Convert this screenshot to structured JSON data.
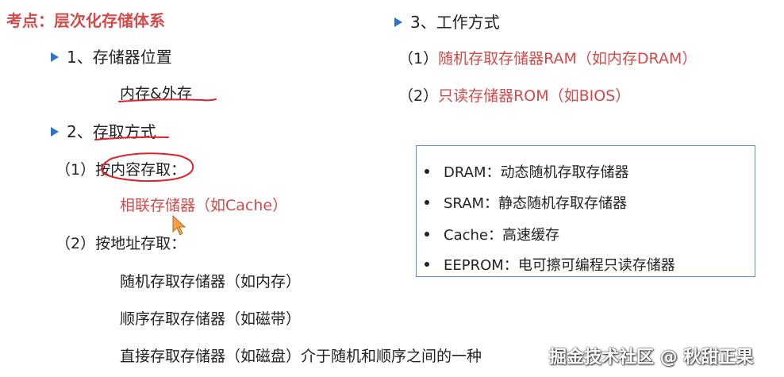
{
  "title": "考点：层次化存储体系",
  "left": {
    "sec1": "1、存储器位置",
    "sec1_sub": "内存&外存",
    "sec2": "2、存取方式",
    "sec2_p1": "（1）按内容存取：",
    "sec2_p1_sub": "相联存储器（如Cache）",
    "sec2_p2": "（2）按地址存取：",
    "sec2_p2_items": [
      "随机存取存储器（如内存）",
      "顺序存取存储器（如磁带）",
      "直接存取存储器（如磁盘）介于随机和顺序之间的一种"
    ]
  },
  "right": {
    "sec3": "3、工作方式",
    "items": [
      {
        "num": "（1）",
        "text": "随机存取存储器RAM（如内存DRAM）"
      },
      {
        "num": "（2）",
        "text": "只读存储器ROM（如BIOS）"
      }
    ]
  },
  "glossary": [
    "DRAM：动态随机存取存储器",
    "SRAM：静态随机存取存储器",
    "Cache：高速缓存",
    "EEPROM：电可擦可编程只读存储器"
  ],
  "watermark": "掘金技术社区 @ 秋甜正果",
  "colors": {
    "accent_red": "#d14b4b",
    "arrow_blue": "#2f73c9",
    "box_border": "#5b8fd1",
    "annotation_red": "#e0202a"
  }
}
